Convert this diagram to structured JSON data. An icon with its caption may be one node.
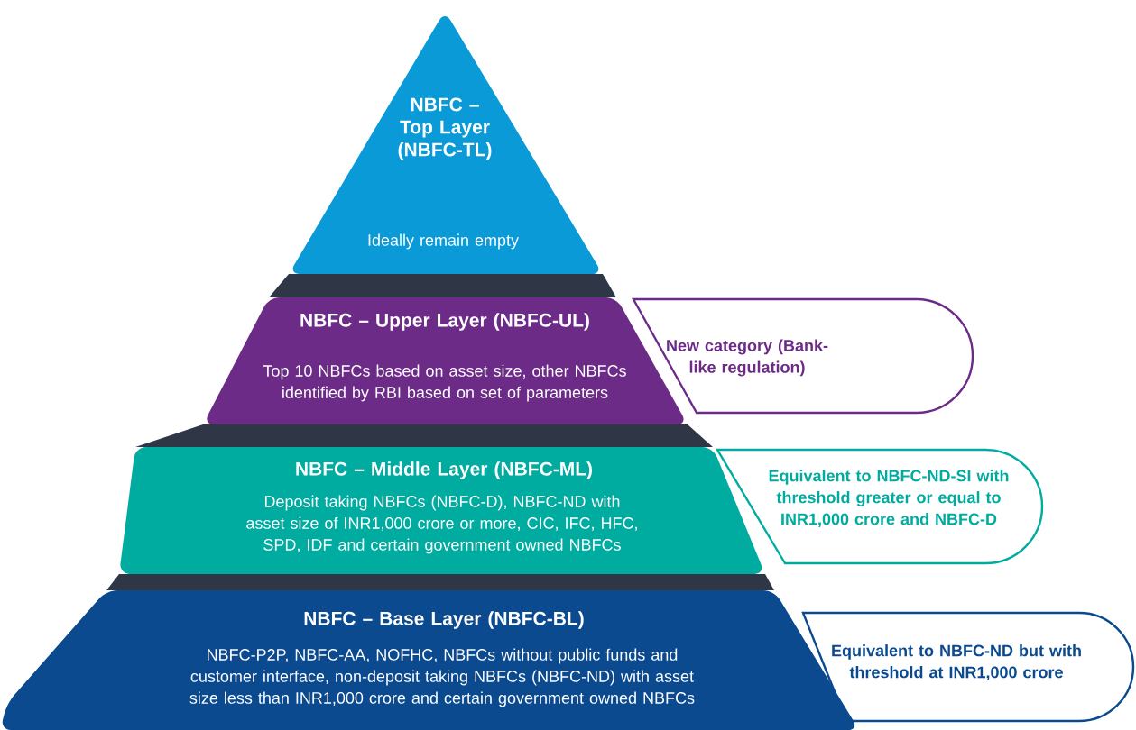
{
  "diagram": {
    "nodes": [
      {
        "text": [
          "NBFC – Top Layer (NBFC-TL)",
          "Ideally remain empty"
        ]
      },
      {
        "text": [
          "NBFC – Upper Layer (NBFC-UL)",
          "Top 10 NBFCs based on asset size, other NBFCs identified by RBI based on set of parameters"
        ]
      },
      {
        "text": [
          "New category (Bank-like regulation)"
        ]
      },
      {
        "text": [
          "NBFC – Middle Layer (NBFC-ML)",
          "Deposit taking NBFCs (NBFC-D), NBFC-ND with asset size of INR1,000 crore or more, CIC, IFC, HFC, SPD, IDF and certain government owned NBFCs"
        ]
      },
      {
        "text": [
          "Equivalent to NBFC-ND-SI with threshold greater or equal to INR1,000 crore and NBFC-D"
        ]
      },
      {
        "text": [
          "NBFC – Base Layer (NBFC-BL)",
          "NBFC-P2P, NBFC-AA, NOFHC, NBFCs without public funds and customer interface, non-deposit taking NBFCs (NBFC-ND) with asset size less than INR1,000 crore and certain government owned NBFCs"
        ]
      },
      {
        "text": [
          "Equivalent to NBFC-ND but with threshold at INR1,000 crore"
        ]
      }
    ]
  }
}
